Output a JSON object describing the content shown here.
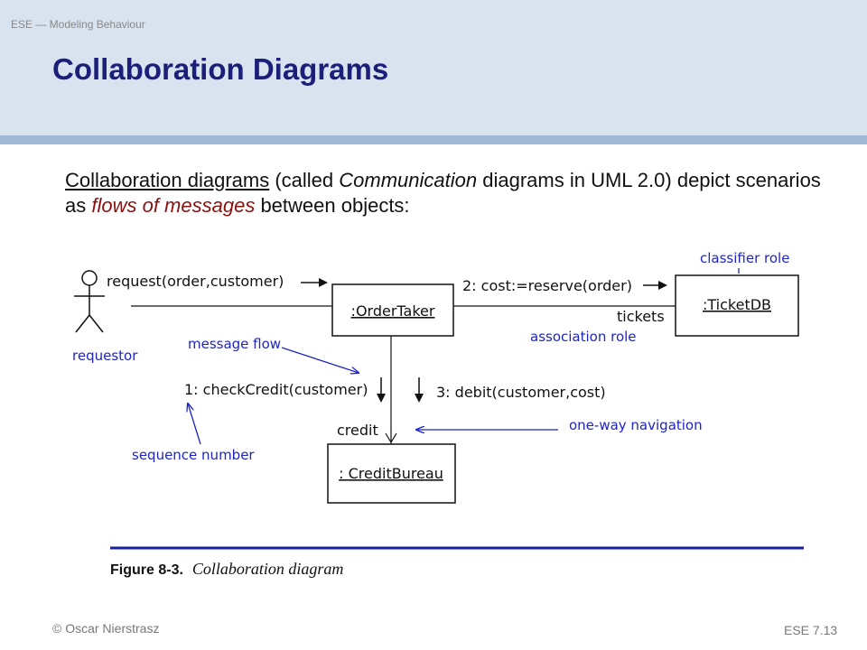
{
  "header": {
    "course": "ESE — Modeling Behaviour",
    "title": "Collaboration Diagrams"
  },
  "intro": {
    "term": "Collaboration diagrams",
    "part1": " (called ",
    "alt_name": "Communication",
    "part2": " diagrams in UML 2.0) depict scenarios as ",
    "highlight": "flows of messages",
    "part3": " between objects:"
  },
  "diagram": {
    "actor_label": "requestor",
    "objects": {
      "order_taker": ":OrderTaker",
      "ticket_db": ":TicketDB",
      "credit_bureau": ": CreditBureau"
    },
    "messages": {
      "request": "request(order,customer)",
      "reserve": "2: cost:=reserve(order)",
      "check_credit": "1: checkCredit(customer)",
      "debit": "3: debit(customer,cost)"
    },
    "role_labels": {
      "tickets": "tickets",
      "credit": "credit"
    },
    "annotations": {
      "classifier_role": "classifier role",
      "association_role": "association role",
      "message_flow": "message flow",
      "sequence_number": "sequence number",
      "one_way_navigation": "one-way navigation"
    },
    "caption_bold": "Figure 8-3.",
    "caption_italic": "Collaboration diagram",
    "colors": {
      "annotation": "#1e24c8",
      "rule": "#1a1f9e"
    }
  },
  "footer": {
    "author": "© Oscar Nierstrasz",
    "page": "ESE 7.13"
  }
}
